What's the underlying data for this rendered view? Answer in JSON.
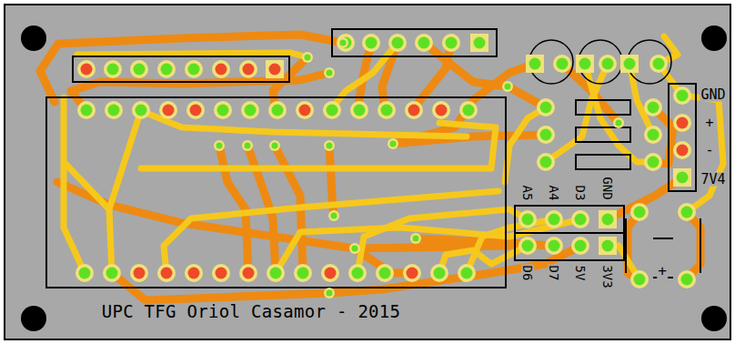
{
  "diagram": {
    "labels": [
      "GND",
      "+",
      "-",
      "7V4",
      "A5",
      "A4",
      "D3",
      "GND",
      "D6",
      "D7",
      "5V",
      "3V3",
      "+",
      "UPC TFG Oriol Casamor - 2015"
    ]
  }
}
